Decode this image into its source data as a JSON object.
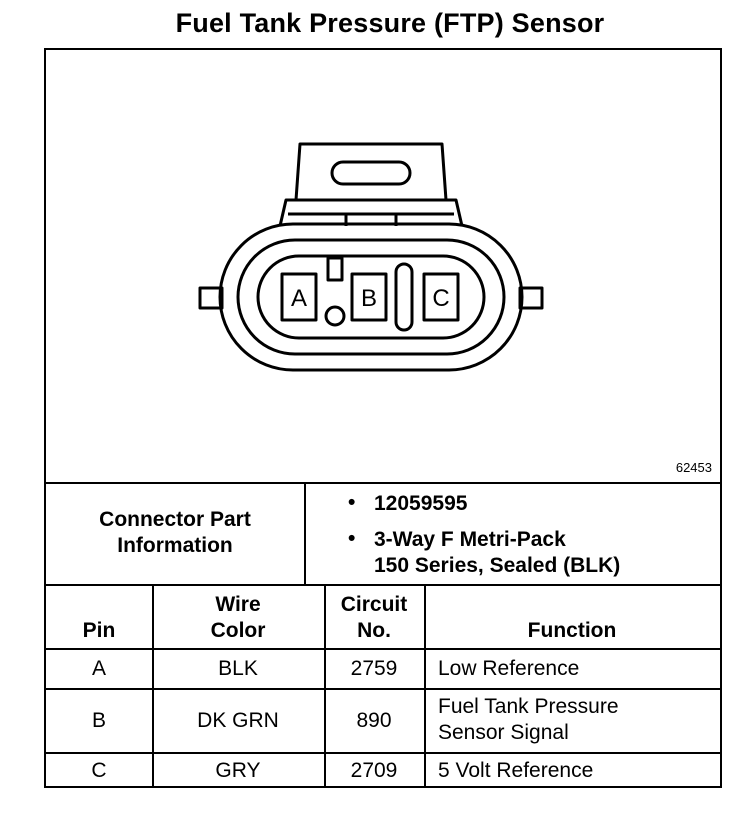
{
  "title": "Fuel Tank Pressure (FTP) Sensor",
  "figure_number": "62453",
  "connector": {
    "pin_labels": [
      "A",
      "B",
      "C"
    ]
  },
  "part_info": {
    "label_line1": "Connector Part",
    "label_line2": "Information",
    "bullet": "•",
    "items": [
      {
        "line1": "12059595",
        "line2": ""
      },
      {
        "line1": "3-Way F Metri-Pack",
        "line2": "150 Series, Sealed (BLK)"
      }
    ]
  },
  "table": {
    "headers": {
      "pin": "Pin",
      "wire_color_line1": "Wire",
      "wire_color_line2": "Color",
      "circuit_line1": "Circuit",
      "circuit_line2": "No.",
      "function": "Function"
    },
    "rows": [
      {
        "pin": "A",
        "wire_color": "BLK",
        "circuit": "2759",
        "function_line1": "Low Reference",
        "function_line2": ""
      },
      {
        "pin": "B",
        "wire_color": "DK GRN",
        "circuit": "890",
        "function_line1": "Fuel Tank Pressure",
        "function_line2": "Sensor Signal"
      },
      {
        "pin": "C",
        "wire_color": "GRY",
        "circuit": "2709",
        "function_line1": "5 Volt Reference",
        "function_line2": ""
      }
    ]
  }
}
